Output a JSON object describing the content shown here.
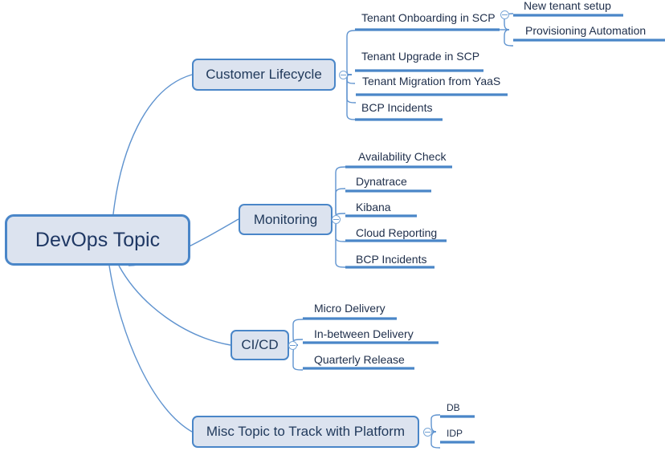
{
  "diagram": {
    "type": "mind-map",
    "title": "DevOps Topic",
    "colors": {
      "branch_bar": "#4a86c8",
      "connector": "#5f93cf",
      "node_fill": "#dce3ef",
      "node_border": "#4a86c8",
      "root_text": "#1f3864",
      "leaf_text": "#20304c"
    }
  },
  "root": {
    "label": "DevOps Topic"
  },
  "branches": [
    {
      "label": "Customer Lifecycle",
      "toggle": "collapse-marker",
      "children": [
        {
          "label": "Tenant Onboarding in SCP",
          "toggle": "collapse-marker",
          "children": [
            {
              "label": "New tenant setup"
            },
            {
              "label": "Provisioning Automation"
            }
          ]
        },
        {
          "label": "Tenant Upgrade in SCP"
        },
        {
          "label": "Tenant Migration from YaaS"
        },
        {
          "label": "BCP Incidents"
        }
      ]
    },
    {
      "label": "Monitoring",
      "toggle": "collapse-marker",
      "children": [
        {
          "label": "Availability Check"
        },
        {
          "label": "Dynatrace"
        },
        {
          "label": "Kibana"
        },
        {
          "label": "Cloud Reporting"
        },
        {
          "label": "BCP Incidents"
        }
      ]
    },
    {
      "label": "CI/CD",
      "toggle": "collapse-marker",
      "children": [
        {
          "label": "Micro Delivery"
        },
        {
          "label": "In-between Delivery"
        },
        {
          "label": "Quarterly Release"
        }
      ]
    },
    {
      "label": "Misc Topic to Track with Platform",
      "toggle": "collapse-marker",
      "children": [
        {
          "label": "DB"
        },
        {
          "label": "IDP"
        }
      ]
    }
  ]
}
